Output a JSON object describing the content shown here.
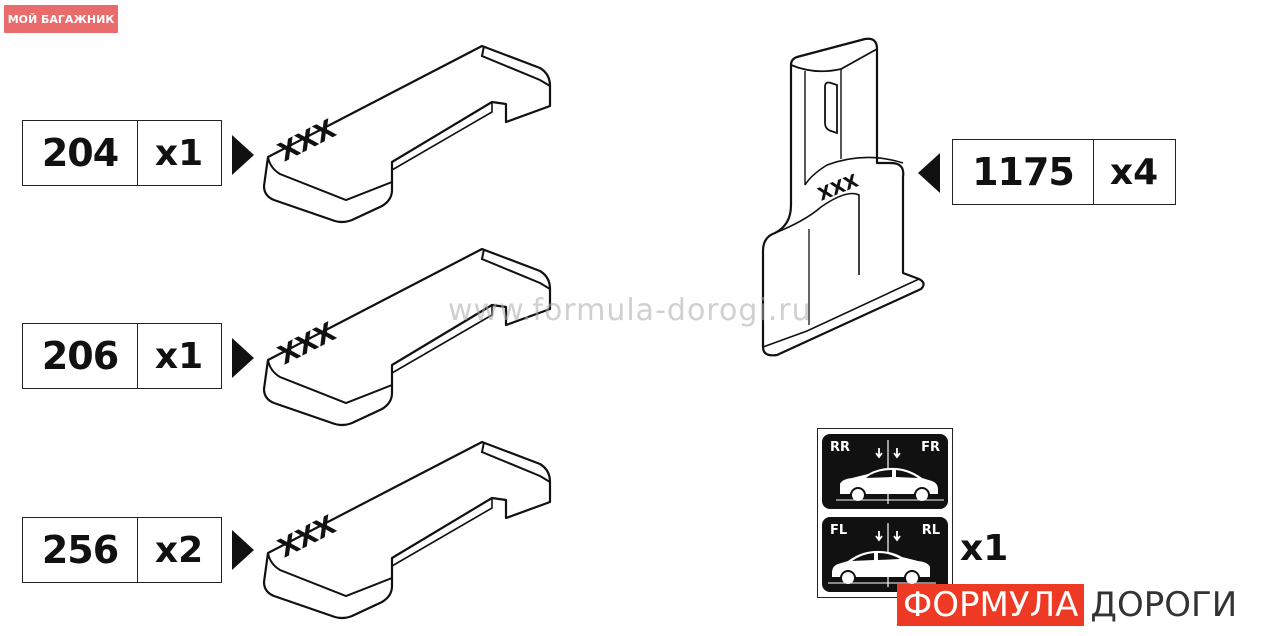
{
  "badge": "МОЙ БАГАЖНИК",
  "parts": [
    {
      "code": "204",
      "qty": "x1",
      "mark": "XXX"
    },
    {
      "code": "206",
      "qty": "x1",
      "mark": "XXX"
    },
    {
      "code": "256",
      "qty": "x2",
      "mark": "XXX"
    }
  ],
  "foot_part": {
    "code": "1175",
    "qty": "x4",
    "mark": "XXX"
  },
  "watermark": "www.formula-dorogi.ru",
  "stickers": {
    "top": {
      "left": "RR",
      "right": "FR"
    },
    "bottom": {
      "left": "FL",
      "right": "RL"
    },
    "qty": "x1"
  },
  "logo": {
    "part1": "ФОРМУЛА",
    "part2": "ДОРОГИ"
  }
}
